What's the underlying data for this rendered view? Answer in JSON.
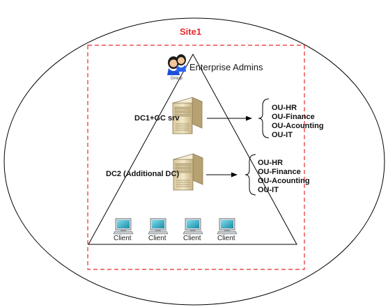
{
  "site": {
    "title": "Site1"
  },
  "admins": {
    "label": "Enterprise Admins",
    "icon_caption": "Group"
  },
  "domain_controllers": [
    {
      "label": "DC1+GC srv",
      "ous": [
        "OU-HR",
        "OU-Finance",
        "OU-Acounting",
        "OU-IT"
      ]
    },
    {
      "label": "DC2 (Additional DC)",
      "ous": [
        "OU-HR",
        "OU-Finance",
        "OU-Acounting",
        "OU-IT"
      ]
    }
  ],
  "clients": [
    "Client",
    "Client",
    "Client",
    "Client"
  ],
  "colors": {
    "site_border": "#e52b2b",
    "line": "#000000",
    "server_body": "#efe3c0",
    "monitor_screen": "#2bb3c8"
  },
  "icons": {
    "admins": "group-users-icon",
    "server": "server-tower-icon",
    "client": "desktop-computer-icon"
  }
}
